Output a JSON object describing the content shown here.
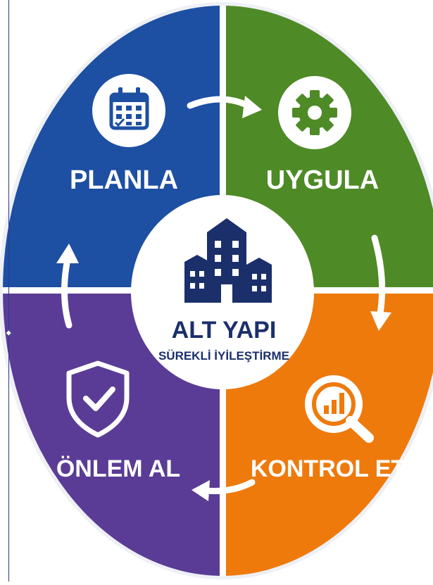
{
  "center": {
    "title": "ALT YAPI",
    "subtitle": "SÜREKLİ İYİLEŞTİRME",
    "icon": "buildings-icon"
  },
  "quadrants": [
    {
      "label": "PLANLA",
      "icon": "calendar-icon",
      "color": "#1d4fa3"
    },
    {
      "label": "UYGULA",
      "icon": "gear-icon",
      "color": "#4e8a26"
    },
    {
      "label": "KONTROL ET",
      "icon": "magnifier-chart-icon",
      "color": "#ee7a0c"
    },
    {
      "label": "ÖNLEM AL",
      "icon": "shield-check-icon",
      "color": "#5a3c96"
    }
  ],
  "colors": {
    "navy": "#1b2f6b",
    "border": "#f3f4f8",
    "divider": "#ffffff"
  }
}
